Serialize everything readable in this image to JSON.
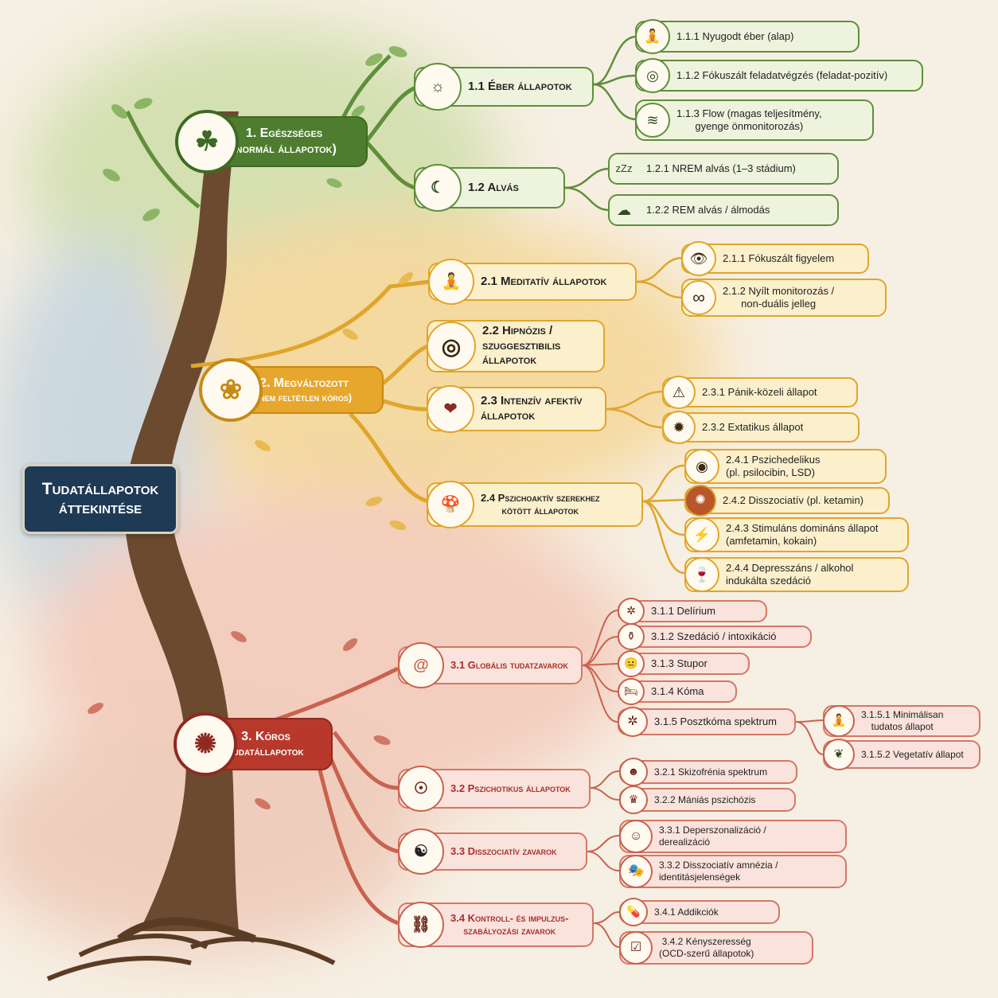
{
  "title": [
    "Tudatállapotok",
    "áttekintése"
  ],
  "colors": {
    "healthy": "#4f7d2f",
    "altered": "#e0a52b",
    "pathological": "#b8392c",
    "title_bg": "#1f3a55"
  },
  "groups": {
    "g1": {
      "line1": "1. Egészséges",
      "line2": "(normál állapotok)",
      "icon": "head-leaf-icon"
    },
    "g2": {
      "line1": "2. Megváltozott",
      "line2": "(nem feltétlen kóros)",
      "icon": "lotus-icon"
    },
    "g3": {
      "line1": "3. Kóros",
      "line2": "tudatállapotok",
      "icon": "brain-icon"
    }
  },
  "nodes": {
    "n1_1": {
      "label": "1.1 Éber állapotok",
      "icon": "sun-icon"
    },
    "n1_1_1": {
      "label": "1.1.1 Nyugodt éber (alap)",
      "icon": "meditation-icon"
    },
    "n1_1_2": {
      "label": "1.1.2 Fókuszált feladatvégzés (feladat-pozitív)",
      "icon": "target-icon"
    },
    "n1_1_3": {
      "label": "1.1.3 Flow (magas teljesítmény,\ngyenge önmonitorozás)",
      "icon": "wave-icon"
    },
    "n1_2": {
      "label": "1.2 Alvás",
      "icon": "moon-icon"
    },
    "n1_2_1": {
      "label": "1.2.1 NREM alvás (1–3 stádium)",
      "icon": "zzz-icon"
    },
    "n1_2_2": {
      "label": "1.2.2 REM alvás / álmodás",
      "icon": "cloud-icon"
    },
    "n2_1": {
      "label": "2.1 Meditatív állapotok",
      "icon": "meditation-icon"
    },
    "n2_1_1": {
      "label": "2.1.1 Fókuszált figyelem",
      "icon": "eye-icon"
    },
    "n2_1_2": {
      "label": "2.1.2 Nyílt monitorozás /\nnon-duális jelleg",
      "icon": "infinity-icon"
    },
    "n2_2": {
      "label": "2.2 Hipnózis /\nszuggesztibilis\nállapotok",
      "icon": "spiral-circles-icon"
    },
    "n2_3": {
      "label": "2.3 Intenzív afektív\nállapotok",
      "icon": "heart-pulse-icon"
    },
    "n2_3_1": {
      "label": "2.3.1 Pánik-közeli állapot",
      "icon": "warning-icon"
    },
    "n2_3_2": {
      "label": "2.3.2 Extatikus állapot",
      "icon": "starburst-icon"
    },
    "n2_4": {
      "label": "2.4 Pszichoaktív szerekhez\nkötött állapotok",
      "icon": "mushroom-icon"
    },
    "n2_4_1": {
      "label": "2.4.1 Pszichedelikus\n(pl. psilocibin, LSD)",
      "icon": "psychedelic-eye-icon"
    },
    "n2_4_2": {
      "label": "2.4.2 Disszociatív (pl. ketamin)",
      "icon": "brain-split-icon"
    },
    "n2_4_3": {
      "label": "2.4.3 Stimuláns domináns állapot\n(amfetamin, kokain)",
      "icon": "lightning-icon"
    },
    "n2_4_4": {
      "label": "2.4.4 Depresszáns / alkohol\nindukálta szedáció",
      "icon": "wine-glass-icon"
    },
    "n3_1": {
      "label": "3.1 Globális tudatzavarok",
      "icon": "spiral-icon"
    },
    "n3_1_1": {
      "label": "3.1.1 Delírium",
      "icon": "tangle-icon"
    },
    "n3_1_2": {
      "label": "3.1.2 Szedáció / intoxikáció",
      "icon": "bottle-pills-icon"
    },
    "n3_1_3": {
      "label": "3.1.3 Stupor",
      "icon": "neutral-face-icon"
    },
    "n3_1_4": {
      "label": "3.1.4 Kóma",
      "icon": "bed-icon"
    },
    "n3_1_5": {
      "label": "3.1.5 Posztkóma spektrum",
      "icon": "tangle-icon"
    },
    "n3_1_5_1": {
      "label": "3.1.5.1 Minimálisan\ntudatos állapot",
      "icon": "person-icon"
    },
    "n3_1_5_2": {
      "label": "3.1.5.2 Vegetatív állapot",
      "icon": "leaf-icon"
    },
    "n3_2": {
      "label": "3.2 Pszichotikus állapotok",
      "icon": "head-target-icon"
    },
    "n3_2_1": {
      "label": "3.2.1 Skizofrénia spektrum",
      "icon": "two-heads-icon"
    },
    "n3_2_2": {
      "label": "3.2.2 Mániás pszichózis",
      "icon": "crown-icon"
    },
    "n3_3": {
      "label": "3.3 Disszociatív zavarok",
      "icon": "split-face-icon"
    },
    "n3_3_1": {
      "label": "3.3.1 Deperszonalizáció /\nderealizáció",
      "icon": "head-outline-icon"
    },
    "n3_3_2": {
      "label": "3.3.2 Disszociatív amnézia /\nidentitásjelenségek",
      "icon": "masks-icon"
    },
    "n3_4": {
      "label": "3.4 Kontroll- és impulzus-\nszabályozási zavarok",
      "icon": "broken-chain-icon"
    },
    "n3_4_1": {
      "label": "3.4.1 Addikciók",
      "icon": "pill-icon"
    },
    "n3_4_2": {
      "label": "3.4.2 Kényszeresség\n(OCD-szerű állapotok)",
      "icon": "checklist-icon"
    }
  }
}
